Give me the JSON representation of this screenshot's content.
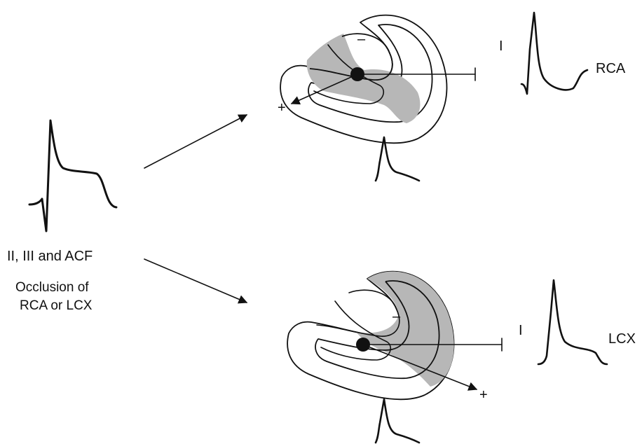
{
  "left_panel": {
    "leads_label": "II, III and ACF",
    "caption_line1": "Occlusion of",
    "caption_line2": "RCA or LCX"
  },
  "top_panel": {
    "lead_label": "I",
    "artery_label": "RCA",
    "minus_sign": "–",
    "plus_sign": "+"
  },
  "bottom_panel": {
    "lead_label": "I",
    "artery_label": "LCX",
    "minus_sign": "–",
    "plus_sign": "+"
  },
  "colors": {
    "ink": "#111111",
    "ischemic_shading": "#b7b7b7",
    "background": "#ffffff"
  }
}
